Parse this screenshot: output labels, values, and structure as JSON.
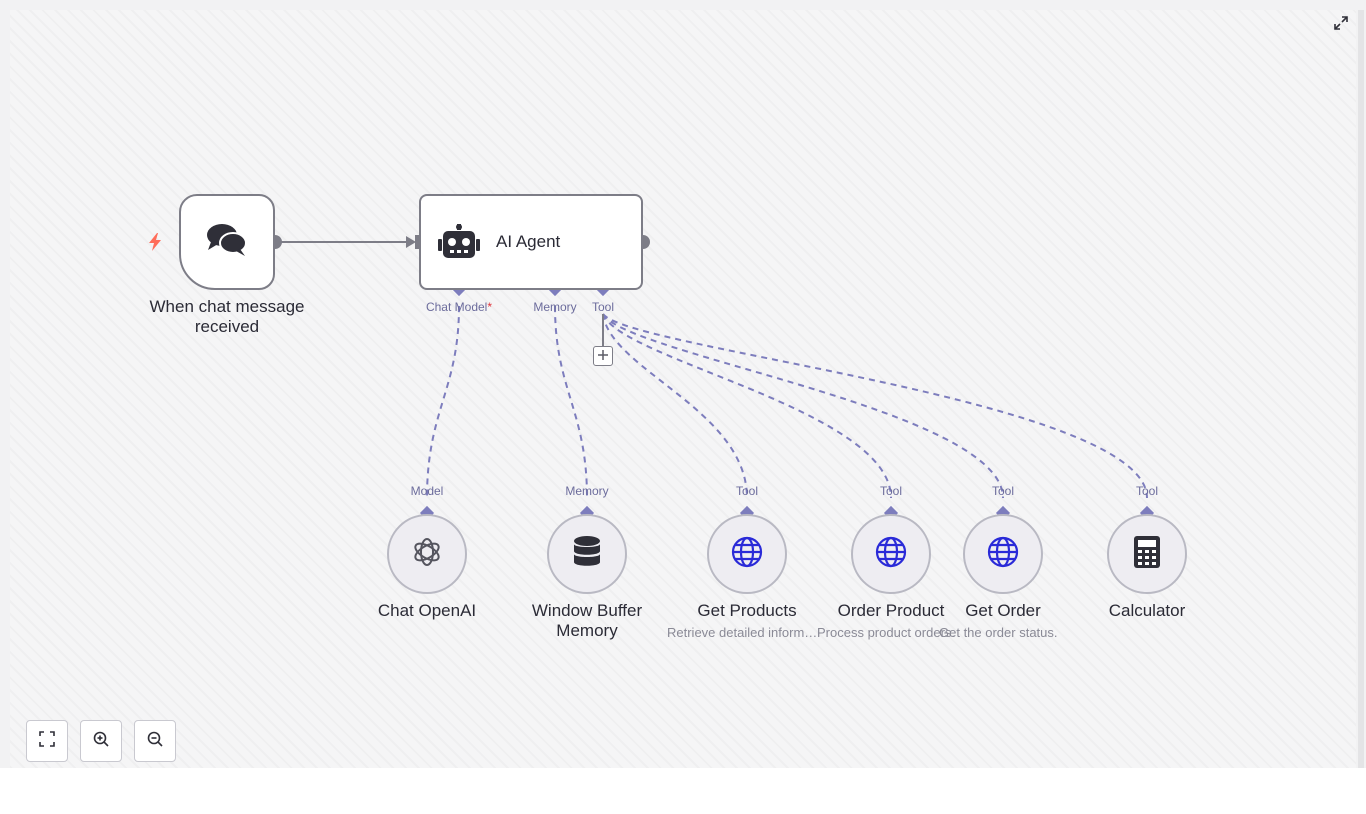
{
  "trigger_node": {
    "title_line1": "When chat message",
    "title_line2": "received",
    "icon": "chat-bubbles-icon",
    "badge_icon": "lightning-icon"
  },
  "agent_node": {
    "title": "AI Agent",
    "icon": "robot-icon",
    "ports": {
      "chat_model": "Chat Model",
      "required_mark": "*",
      "memory": "Memory",
      "tool": "Tool"
    }
  },
  "sub_nodes": [
    {
      "key": "chat-openai",
      "port": "Model",
      "title_line1": "Chat OpenAI",
      "title_line2": "",
      "subtitle": "",
      "icon": "openai-icon"
    },
    {
      "key": "window-buffer-memory",
      "port": "Memory",
      "title_line1": "Window Buffer",
      "title_line2": "Memory",
      "subtitle": "",
      "icon": "database-icon"
    },
    {
      "key": "get-products",
      "port": "Tool",
      "title_line1": "Get Products",
      "title_line2": "",
      "subtitle": "Retrieve detailed inform…",
      "icon": "globe-icon"
    },
    {
      "key": "order-product",
      "port": "Tool",
      "title_line1": "Order Product",
      "title_line2": "",
      "subtitle": "Process product orders.",
      "icon": "globe-icon"
    },
    {
      "key": "get-order",
      "port": "Tool",
      "title_line1": "Get Order",
      "title_line2": "",
      "subtitle": "Get the order status.",
      "icon": "globe-icon"
    },
    {
      "key": "calculator",
      "port": "Tool",
      "title_line1": "Calculator",
      "title_line2": "",
      "subtitle": "",
      "icon": "calculator-icon"
    }
  ],
  "controls": {
    "fit_view_icon": "fit-view-icon",
    "zoom_in_icon": "zoom-in-icon",
    "zoom_out_icon": "zoom-out-icon",
    "fullscreen_icon": "expand-icon"
  },
  "colors": {
    "edge": "#7d7dbd",
    "connector": "#7d7d87",
    "trigger_badge": "#ff6d5a",
    "globe": "#2a2ad8"
  }
}
